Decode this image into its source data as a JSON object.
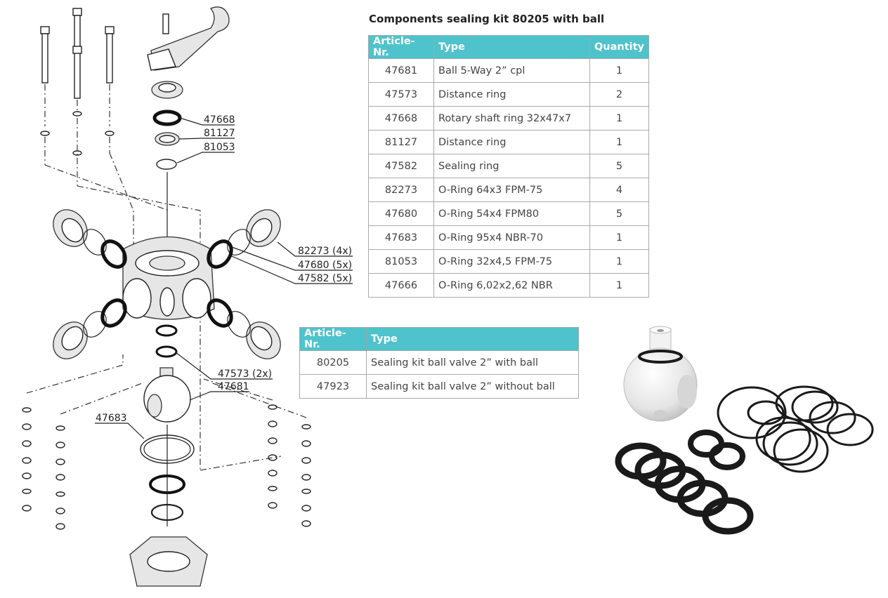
{
  "kit_title": "Components sealing kit 80205 with ball",
  "table1": {
    "headers": [
      "Article-Nr.",
      "Type",
      "Quantity"
    ],
    "rows": [
      [
        "47681",
        "Ball 5-Way 2” cpl",
        "1"
      ],
      [
        "47573",
        "Distance ring",
        "2"
      ],
      [
        "47668",
        "Rotary shaft ring 32x47x7",
        "1"
      ],
      [
        "81127",
        "Distance ring",
        "1"
      ],
      [
        "47582",
        "Sealing ring",
        "5"
      ],
      [
        "82273",
        "O-Ring 64x3 FPM-75",
        "4"
      ],
      [
        "47680",
        "O-Ring 54x4 FPM80",
        "5"
      ],
      [
        "47683",
        "O-Ring 95x4 NBR-70",
        "1"
      ],
      [
        "81053",
        "O-Ring 32x4,5 FPM-75",
        "1"
      ],
      [
        "47666",
        "O-Ring 6,02x2,62 NBR",
        "1"
      ]
    ]
  },
  "table2": {
    "headers": [
      "Article-Nr.",
      "Type"
    ],
    "rows": [
      [
        "80205",
        "Sealing kit ball valve 2” with ball"
      ],
      [
        "47923",
        "Sealing kit ball valve 2” without ball"
      ]
    ]
  },
  "callouts": {
    "c47668": "47668",
    "c81127": "81127",
    "c81053": "81053",
    "c82273": "82273 (4x)",
    "c47680": "47680 (5x)",
    "c47582": "47582 (5x)",
    "c47573": "47573 (2x)",
    "c47681": "47681",
    "c47683": "47683"
  },
  "colors": {
    "table_header": "#4fc3cc",
    "seal_black": "#1a1a1a",
    "ball_white": "#eeeeee"
  }
}
